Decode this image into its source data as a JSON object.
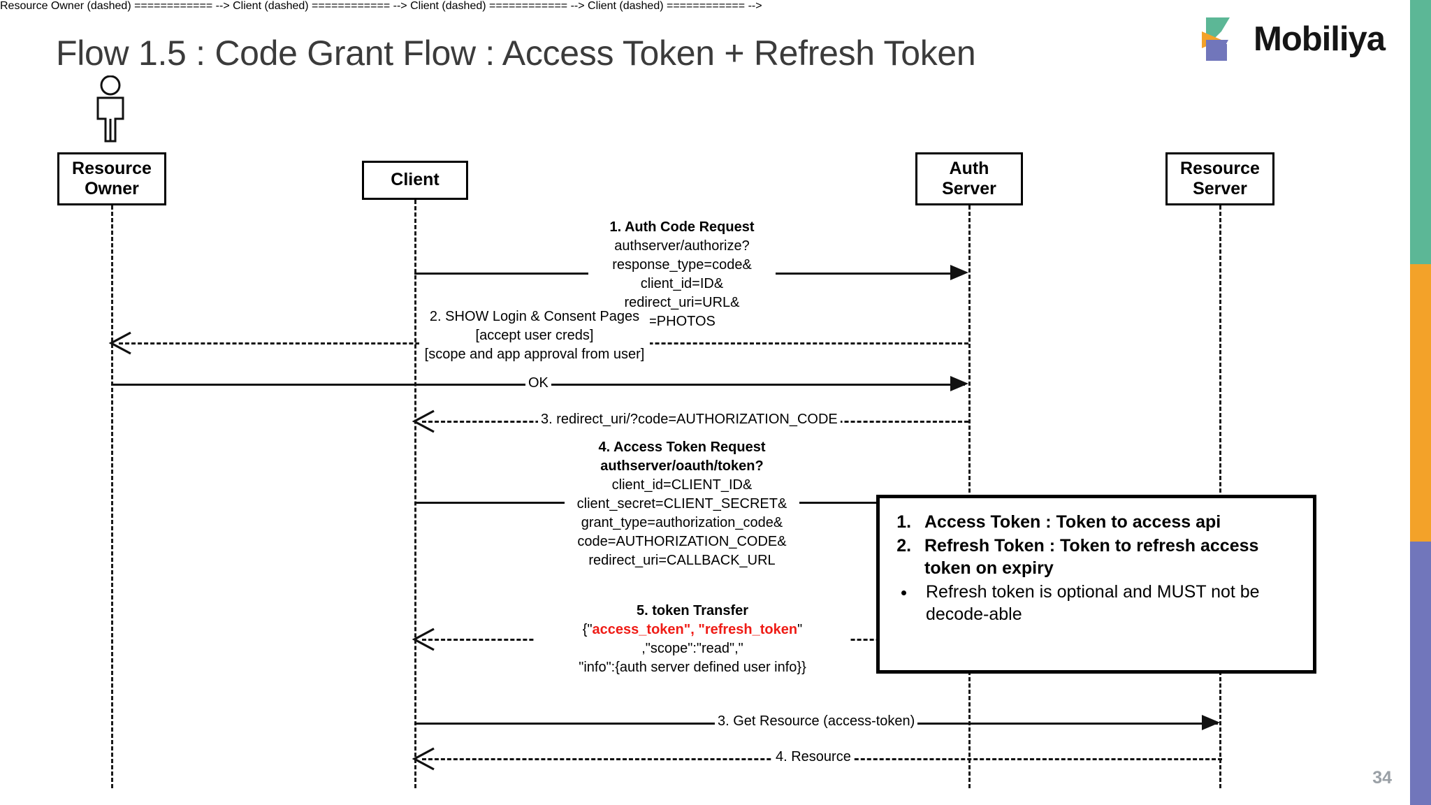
{
  "slide": {
    "title": "Flow 1.5 : Code Grant Flow : Access Token + Refresh Token",
    "number": "34",
    "brand": "Mobiliya",
    "colors": {
      "teal": "#5cb796",
      "orange": "#f3a229",
      "purple": "#7176bb",
      "accent_red": "#ef1c16",
      "title_gray": "#3b3b3b"
    }
  },
  "lifelines": [
    {
      "id": "resource-owner",
      "line1": "Resource",
      "line2": "Owner"
    },
    {
      "id": "client",
      "line1": "Client",
      "line2": ""
    },
    {
      "id": "auth-server",
      "line1": "Auth",
      "line2": "Server"
    },
    {
      "id": "resource-server",
      "line1": "Resource",
      "line2": "Server"
    }
  ],
  "messages": {
    "m1": {
      "title": "1. Auth Code Request",
      "lines": [
        "authserver/authorize?",
        "response_type=code&",
        "client_id=ID&",
        "redirect_uri=URL&",
        "=PHOTOS"
      ]
    },
    "m2": {
      "line1": "2. SHOW Login & Consent Pages",
      "line2": "[accept user creds]",
      "line3": "[scope and app approval from user]"
    },
    "ok": {
      "label": "OK"
    },
    "m3": {
      "label": "3. redirect_uri/?code=AUTHORIZATION_CODE"
    },
    "m4": {
      "title_line1": "4. Access Token Request",
      "title_line2": "authserver/oauth/token?",
      "lines": [
        "client_id=CLIENT_ID&",
        "client_secret=CLIENT_SECRET&",
        "grant_type=authorization_code&",
        "code=AUTHORIZATION_CODE&",
        "redirect_uri=CALLBACK_URL"
      ]
    },
    "m5": {
      "title": "5. token Transfer",
      "json_open": "{\"",
      "token_a": "access_token\", \"refresh_token",
      "json_close": "\"",
      "line3": ",\"scope\":\"read\",\"",
      "line4": "\"info\":{auth server defined user info}}"
    },
    "m6": {
      "label": "3. Get Resource (access-token)"
    },
    "m7": {
      "label": "4. Resource"
    }
  },
  "callout": {
    "items": [
      "Access Token : Token to access api",
      "Refresh Token : Token to refresh access token on expiry"
    ],
    "subitems": [
      "Refresh token is optional and MUST not be decode-able"
    ]
  }
}
